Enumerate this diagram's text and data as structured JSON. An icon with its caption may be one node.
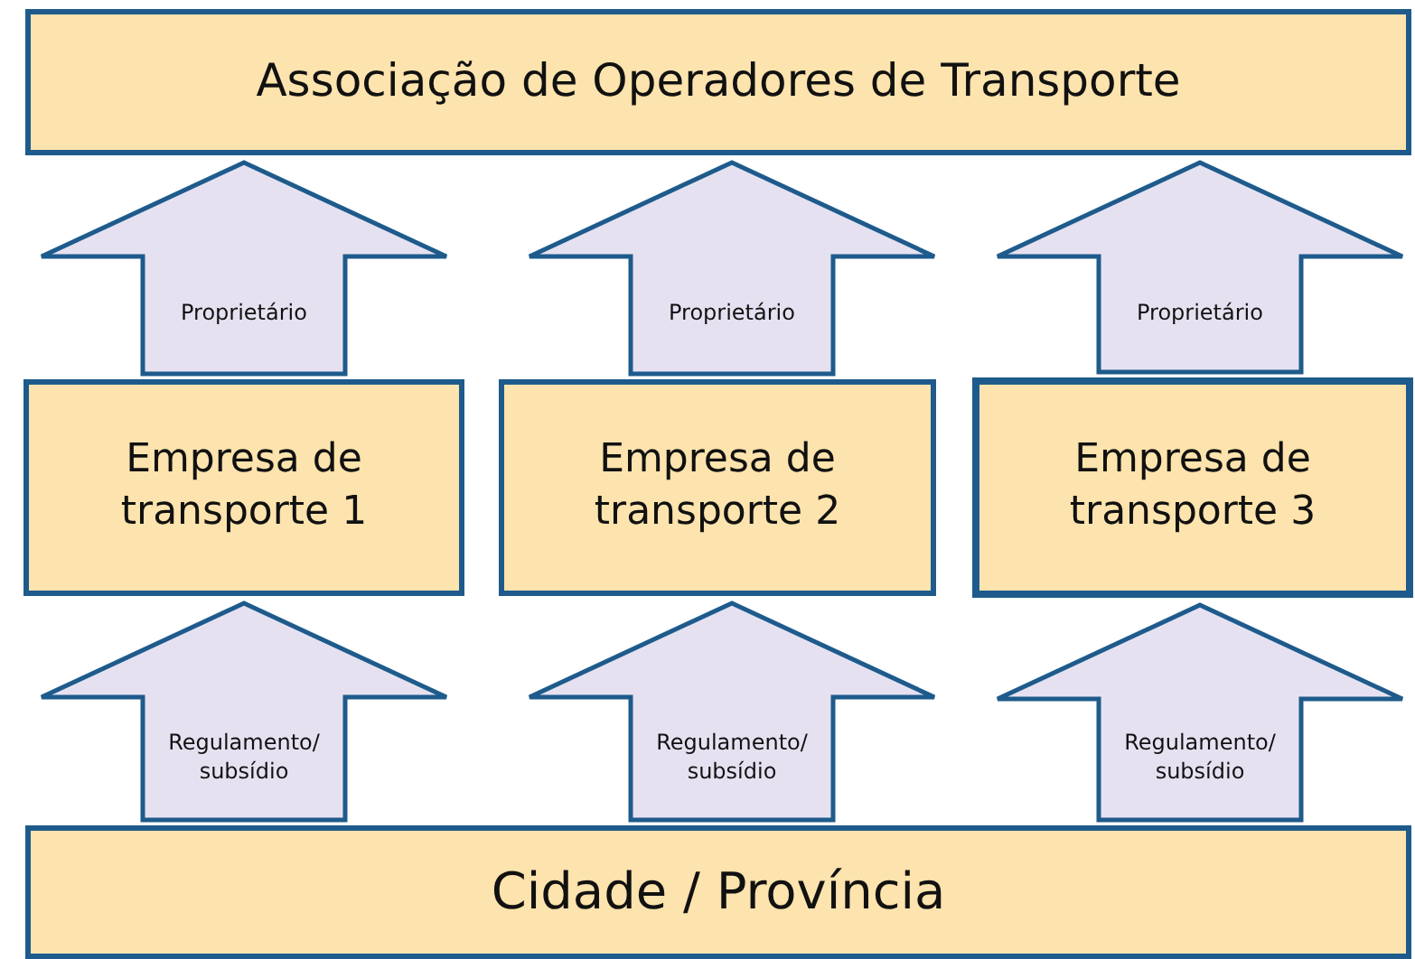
{
  "diagram": {
    "nodes": [
      {
        "text": [
          "Associação de Operadores de Transporte"
        ]
      },
      {
        "text": [
          "Empresa de transporte 1"
        ]
      },
      {
        "text": [
          "Empresa de transporte 2"
        ]
      },
      {
        "text": [
          "Empresa de transporte 3"
        ]
      },
      {
        "text": [
          "Cidade / Província"
        ]
      }
    ],
    "edges": [
      {
        "from": 1,
        "to": 0,
        "arrow": "to",
        "label": "Proprietário"
      },
      {
        "from": 2,
        "to": 0,
        "arrow": "to",
        "label": "Proprietário"
      },
      {
        "from": 3,
        "to": 0,
        "arrow": "to",
        "label": "Proprietário"
      },
      {
        "from": 4,
        "to": 1,
        "arrow": "to",
        "label": "Regulamento/ subsídio"
      },
      {
        "from": 4,
        "to": 2,
        "arrow": "to",
        "label": "Regulamento/ subsídio"
      },
      {
        "from": 4,
        "to": 3,
        "arrow": "to",
        "label": "Regulamento/ subsídio"
      }
    ]
  }
}
